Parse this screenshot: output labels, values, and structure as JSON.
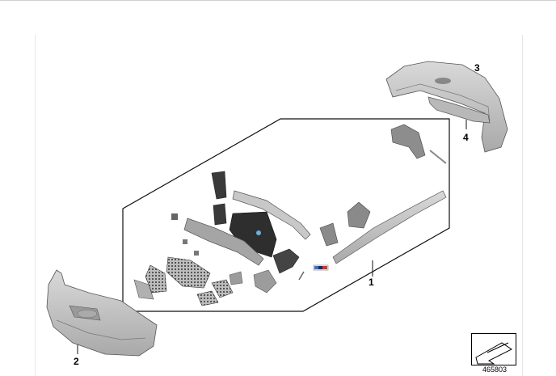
{
  "diagram": {
    "callouts": [
      "1",
      "2",
      "3",
      "4"
    ],
    "document_number": "465803",
    "icon": "arrow-indicator-icon"
  }
}
